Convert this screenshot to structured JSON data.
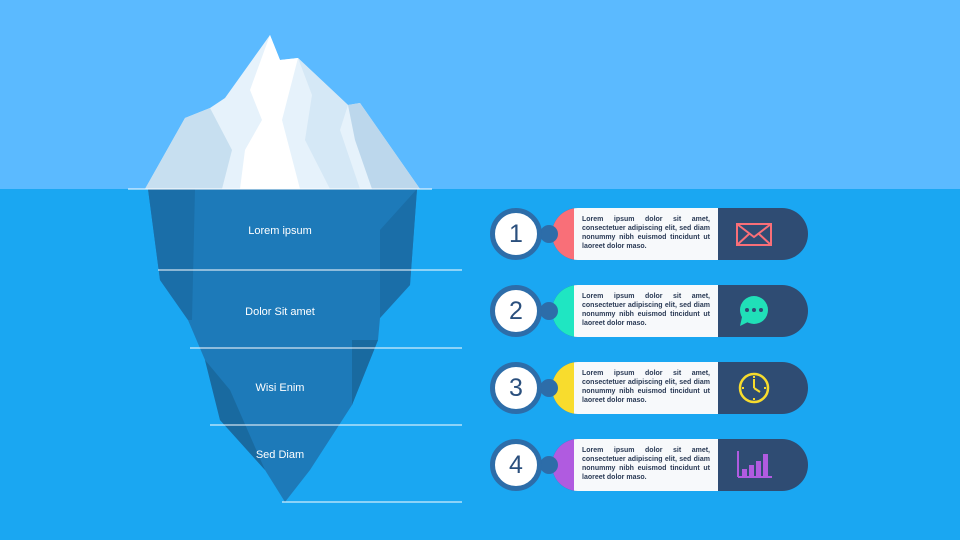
{
  "colors": {
    "sky": "#5bbaff",
    "sea": "#1aa7f2",
    "iceberg_underwater": "#1d7ab9",
    "bubble_ring": "#2d6da9",
    "pill": "#2f4c73"
  },
  "layers": [
    {
      "label": "Lorem ipsum"
    },
    {
      "label": "Dolor Sit amet"
    },
    {
      "label": "Wisi Enim"
    },
    {
      "label": "Sed Diam"
    }
  ],
  "items": [
    {
      "number": "1",
      "text": "Lorem ipsum dolor sit amet, consectetuer adipiscing elit, sed diam nonummy nibh euismod tincidunt ut laoreet dolor maso.",
      "accent": "#f96f78",
      "icon": "envelope-icon",
      "icon_color": "#f96f78"
    },
    {
      "number": "2",
      "text": "Lorem ipsum dolor sit amet, consectetuer adipiscing elit, sed diam nonummy nibh euismod tincidunt ut laoreet dolor maso.",
      "accent": "#1fe6c2",
      "icon": "chat-bubble-icon",
      "icon_color": "#20e0b8"
    },
    {
      "number": "3",
      "text": "Lorem ipsum dolor sit amet, consectetuer adipiscing elit, sed diam nonummy nibh euismod tincidunt ut laoreet dolor maso.",
      "accent": "#f8dc2d",
      "icon": "clock-icon",
      "icon_color": "#f8dc2d"
    },
    {
      "number": "4",
      "text": "Lorem ipsum dolor sit amet, consectetuer adipiscing elit, sed diam nonummy nibh euismod tincidunt ut laoreet dolor maso.",
      "accent": "#b05be0",
      "icon": "bar-chart-icon",
      "icon_color": "#b05be0"
    }
  ]
}
